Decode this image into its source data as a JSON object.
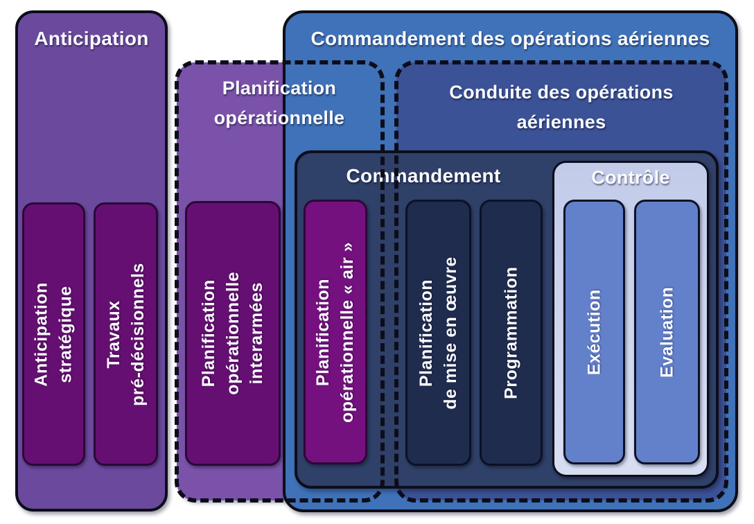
{
  "colors": {
    "page_bg": "#ffffff",
    "anticipation_fill": "#6B4A9E",
    "planification_fill": "#7A52AA",
    "inner_purple_fill": "#660F72",
    "air_fill": "#75117F",
    "outer_blue_fill": "#3F72B8",
    "conduite_fill": "#3B5296",
    "commandement_fill": "#2F4069",
    "inner_navy_fill": "#202C4E",
    "controle_fill_top": "#C2CCE9",
    "controle_fill_bottom": "#D8DEF2",
    "exec_eval_fill": "#6381CB",
    "inner_purple_border": "#2B0838",
    "inner_navy_border": "#0B1226",
    "border_dark": "#0D0D1A",
    "text_light": "#FBFBFF"
  },
  "boxes": {
    "anticipation": {
      "title": "Anticipation",
      "items": [
        {
          "label": "Anticipation\nstratégique"
        },
        {
          "label": "Travaux\npré-décisionnels"
        }
      ]
    },
    "planification_operationnelle": {
      "title": "Planification\nopérationnelle",
      "items": [
        {
          "label": "Planification\nopérationnelle\ninterarmées"
        }
      ]
    },
    "commandement_operations_aeriennes": {
      "title": "Commandement des opérations aériennes"
    },
    "conduite_operations_aeriennes": {
      "title": "Conduite des opérations\naériennes"
    },
    "commandement": {
      "title": "Commandement",
      "items": [
        {
          "label": "Planification\nopérationnelle « air »"
        },
        {
          "label": "Planification\nde mise en œuvre"
        },
        {
          "label": "Programmation"
        }
      ]
    },
    "controle": {
      "title": "Contrôle",
      "items": [
        {
          "label": "Exécution"
        },
        {
          "label": "Evaluation"
        }
      ]
    }
  }
}
